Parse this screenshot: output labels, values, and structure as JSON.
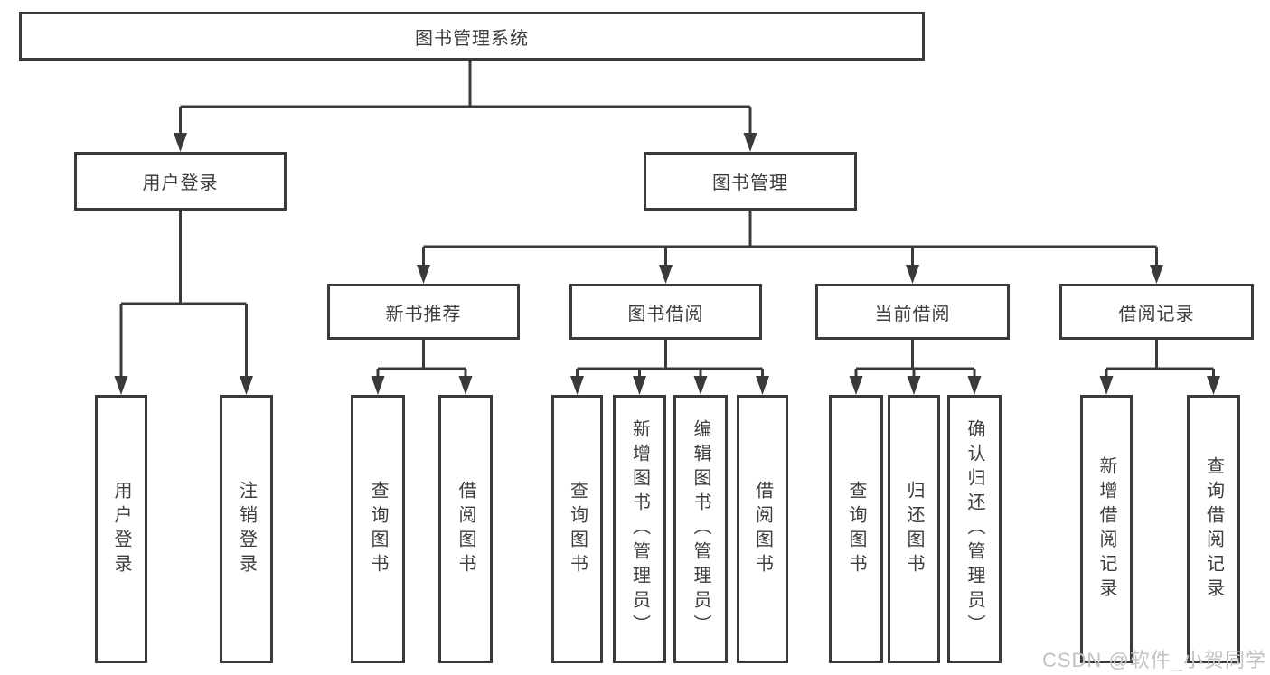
{
  "diagram": {
    "title": "图书管理系统",
    "tree": {
      "root": {
        "label": "图书管理系统",
        "children": [
          {
            "label": "用户登录",
            "children": [
              {
                "label": "用户登录"
              },
              {
                "label": "注销登录"
              }
            ]
          },
          {
            "label": "图书管理",
            "children": [
              {
                "label": "新书推荐",
                "children": [
                  {
                    "label": "查询图书"
                  },
                  {
                    "label": "借阅图书"
                  }
                ]
              },
              {
                "label": "图书借阅",
                "children": [
                  {
                    "label": "查询图书"
                  },
                  {
                    "label": "新增图书（管理员）"
                  },
                  {
                    "label": "编辑图书（管理员）"
                  },
                  {
                    "label": "借阅图书"
                  }
                ]
              },
              {
                "label": "当前借阅",
                "children": [
                  {
                    "label": "查询图书"
                  },
                  {
                    "label": "归还图书"
                  },
                  {
                    "label": "确认归还（管理员）"
                  }
                ]
              },
              {
                "label": "借阅记录",
                "children": [
                  {
                    "label": "新增借阅记录"
                  },
                  {
                    "label": "查询借阅记录"
                  }
                ]
              }
            ]
          }
        ]
      }
    },
    "colors": {
      "line": "#3a3a3a",
      "text": "#3d3d3d",
      "background": "#ffffff",
      "watermark": "#bfc3c7"
    }
  },
  "watermark": {
    "text": "CSDN @软件_小贺同学"
  }
}
